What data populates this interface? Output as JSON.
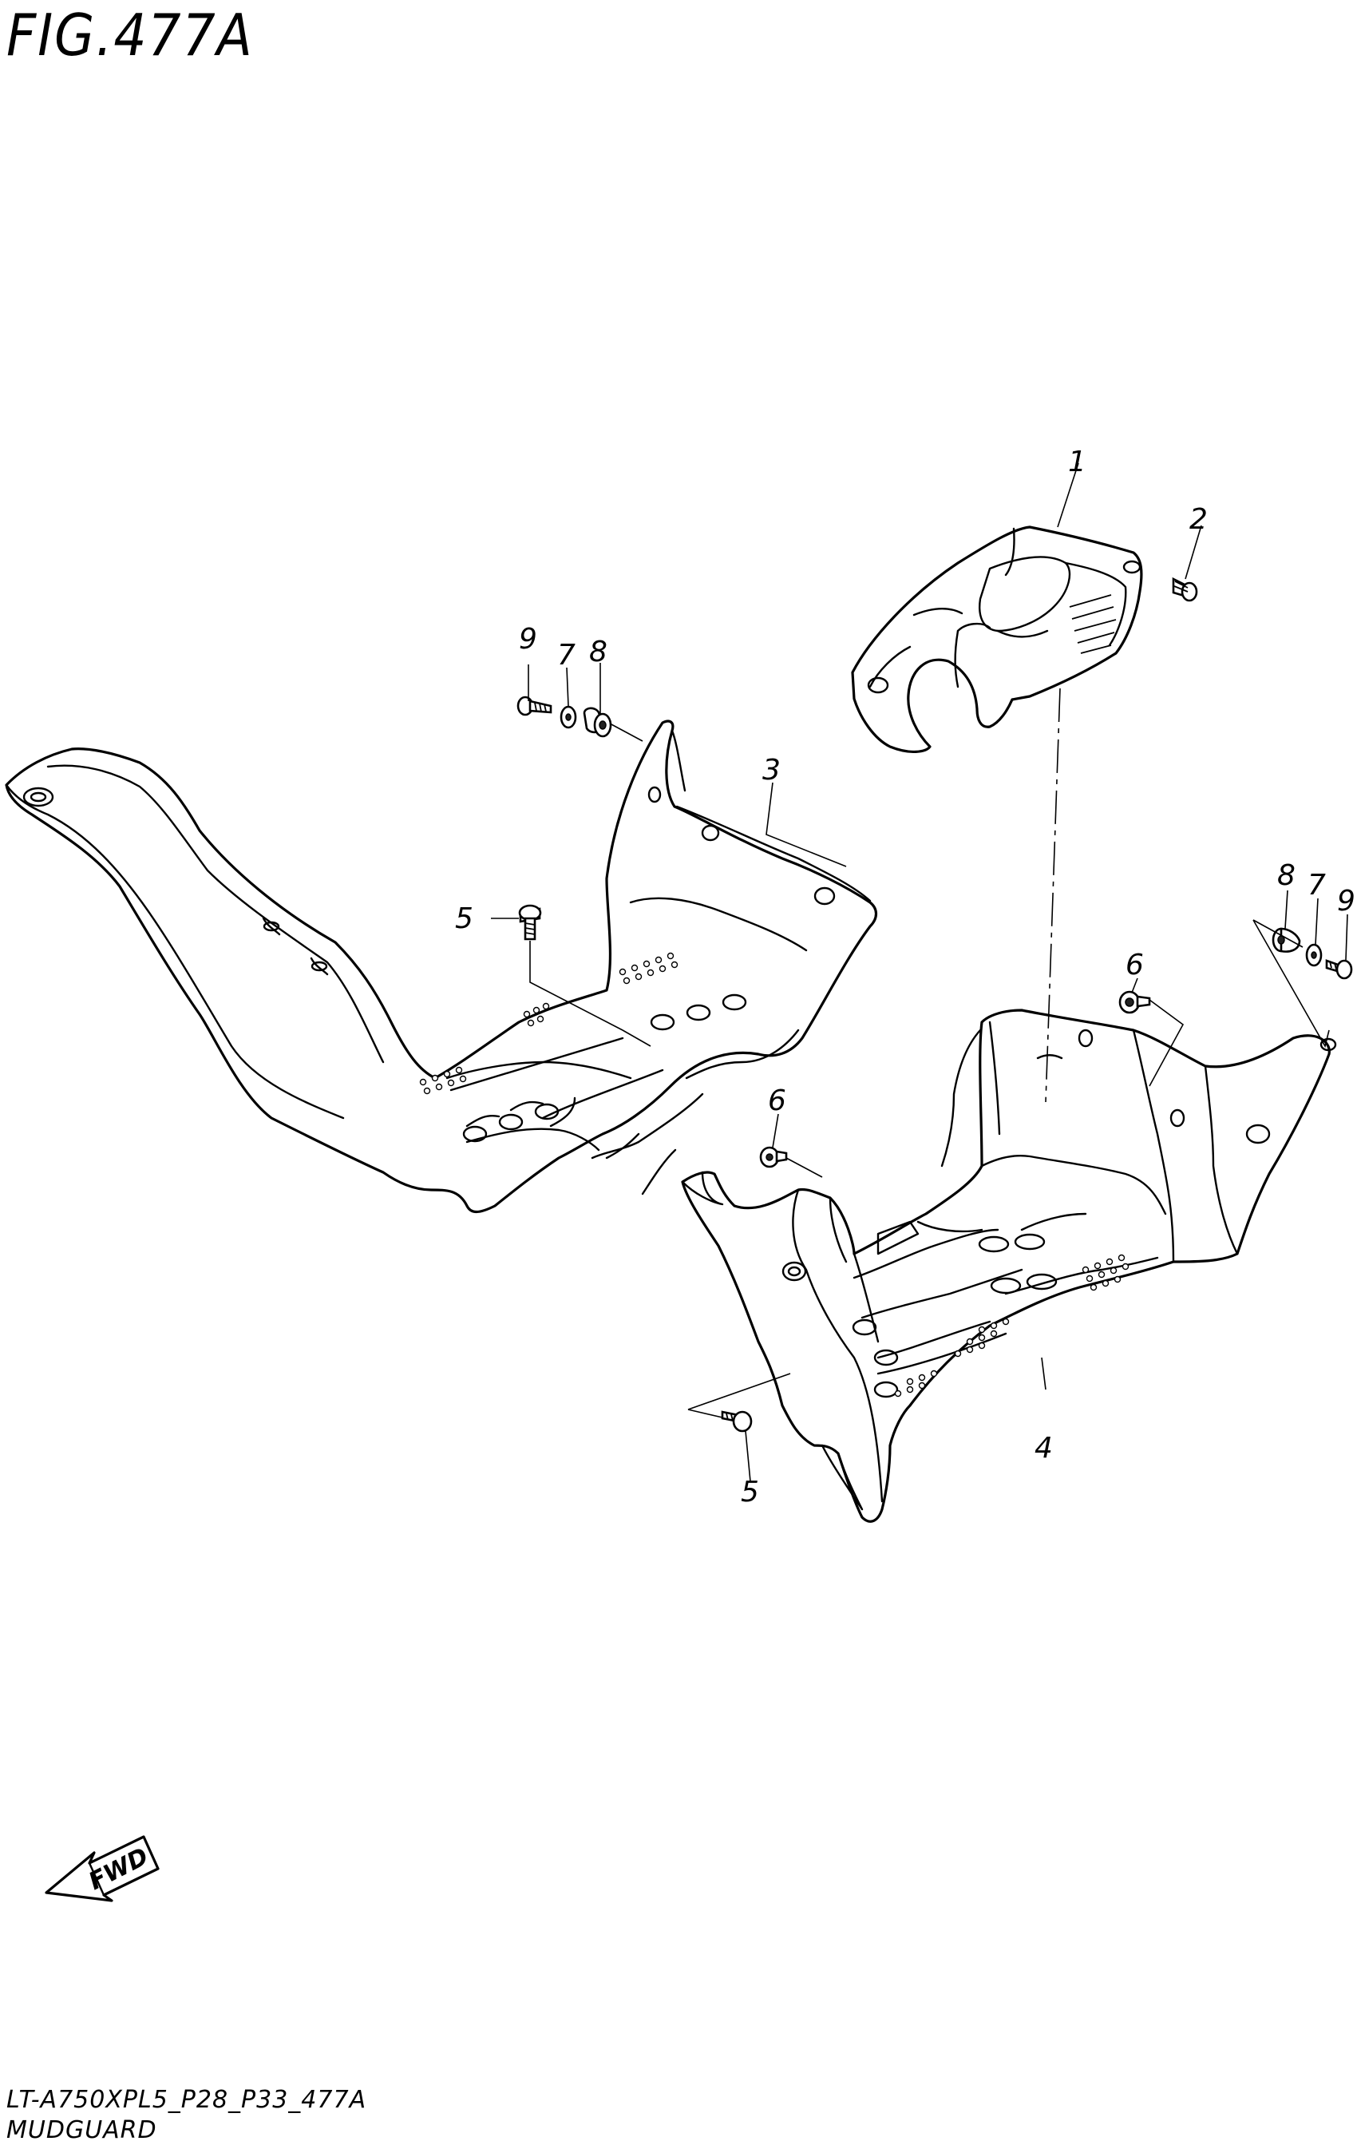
{
  "figure": {
    "title": "FIG.477A",
    "code": "LT-A750XPL5_P28_P33_477A",
    "name": "MUDGUARD"
  },
  "direction_badge": {
    "label": "FWD",
    "icon": "fwd-arrow-icon"
  },
  "callouts": [
    {
      "id": "c1",
      "label": "1"
    },
    {
      "id": "c2",
      "label": "2"
    },
    {
      "id": "c3",
      "label": "3"
    },
    {
      "id": "c4",
      "label": "4"
    },
    {
      "id": "c5a",
      "label": "5"
    },
    {
      "id": "c5b",
      "label": "5"
    },
    {
      "id": "c6a",
      "label": "6"
    },
    {
      "id": "c6b",
      "label": "6"
    },
    {
      "id": "c7a",
      "label": "7"
    },
    {
      "id": "c7b",
      "label": "7"
    },
    {
      "id": "c8a",
      "label": "8"
    },
    {
      "id": "c8b",
      "label": "8"
    },
    {
      "id": "c9a",
      "label": "9"
    },
    {
      "id": "c9b",
      "label": "9"
    }
  ]
}
